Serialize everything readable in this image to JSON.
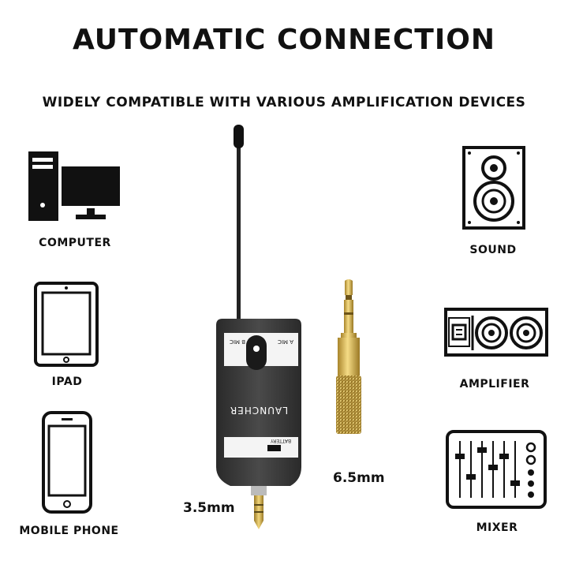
{
  "header": {
    "title": "AUTOMATIC CONNECTION",
    "subtitle": "WIDELY COMPATIBLE WITH VARIOUS AMPLIFICATION DEVICES"
  },
  "devices_left": [
    {
      "label": "COMPUTER",
      "icon": "computer-icon"
    },
    {
      "label": "IPAD",
      "icon": "tablet-icon"
    },
    {
      "label": "MOBILE PHONE",
      "icon": "phone-icon"
    }
  ],
  "devices_right": [
    {
      "label": "SOUND",
      "icon": "speaker-icon"
    },
    {
      "label": "AMPLIFIER",
      "icon": "amplifier-icon"
    },
    {
      "label": "MIXER",
      "icon": "mixer-icon"
    }
  ],
  "transmitter": {
    "a_mic": "A MIC",
    "b_mic": "B MIC",
    "brand": "LAUNCHER",
    "battery": "BATTERY"
  },
  "plugs": {
    "jack_small": "3.5mm",
    "jack_large": "6.5mm"
  },
  "colors": {
    "icon": "#111111",
    "device_body": "#3a3a3a",
    "gold": "#d4b24a"
  }
}
